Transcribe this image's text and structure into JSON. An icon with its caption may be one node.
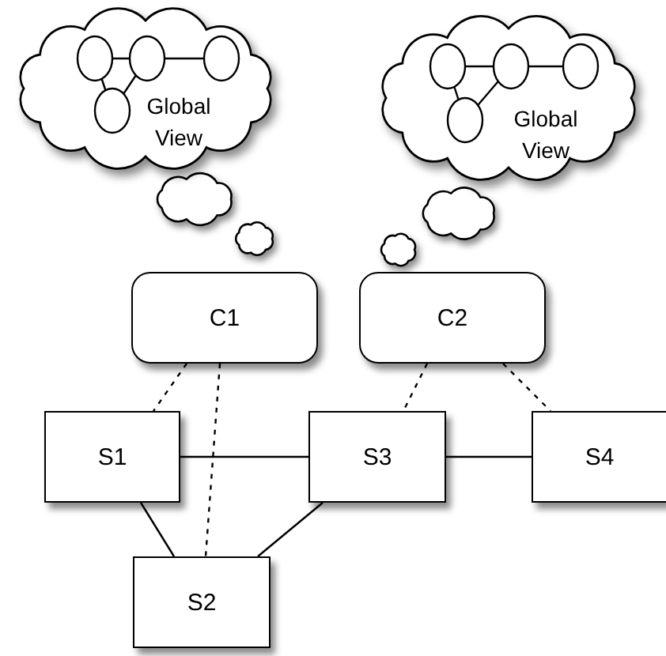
{
  "diagram": {
    "nodes": [
      {
        "text": [
          "Global View"
        ]
      },
      {
        "text": [
          "Global View"
        ]
      },
      {
        "text": [
          "C1"
        ]
      },
      {
        "text": [
          "C2"
        ]
      },
      {
        "text": [
          "S1"
        ]
      },
      {
        "text": [
          "S3"
        ]
      },
      {
        "text": [
          "S4"
        ]
      },
      {
        "text": [
          "S2"
        ]
      }
    ],
    "edges": [
      {
        "from": 2,
        "to": 4,
        "arrow": "none",
        "style": "dashed"
      },
      {
        "from": 2,
        "to": 7,
        "arrow": "none",
        "style": "dashed"
      },
      {
        "from": 3,
        "to": 5,
        "arrow": "none",
        "style": "dashed"
      },
      {
        "from": 3,
        "to": 6,
        "arrow": "none",
        "style": "dashed"
      },
      {
        "from": 4,
        "to": 5,
        "arrow": "none"
      },
      {
        "from": 5,
        "to": 6,
        "arrow": "none"
      },
      {
        "from": 4,
        "to": 7,
        "arrow": "none"
      },
      {
        "from": 5,
        "to": 7,
        "arrow": "none"
      }
    ]
  }
}
